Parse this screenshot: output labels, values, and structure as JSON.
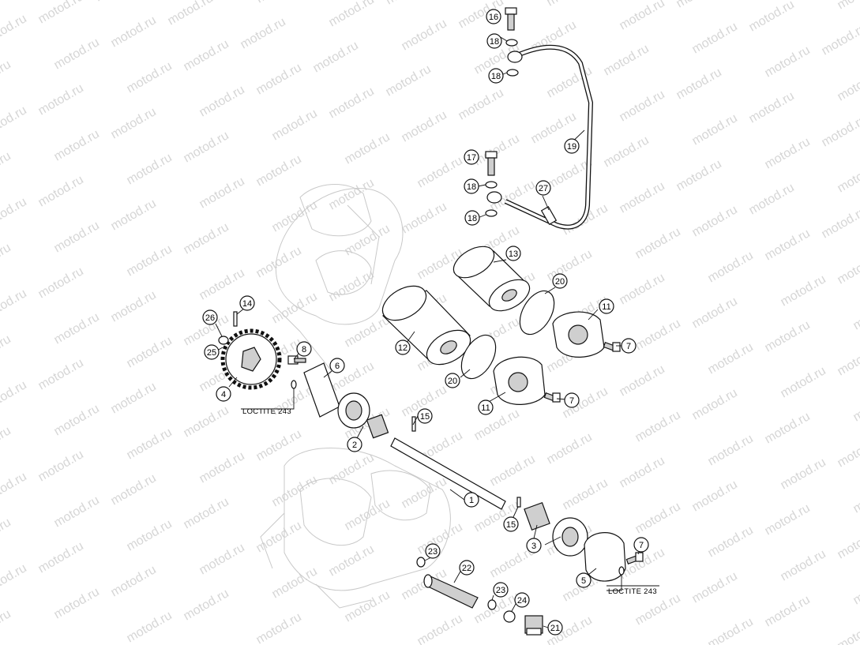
{
  "watermark": {
    "text": "motod.ru"
  },
  "callouts": [
    {
      "id": "c16",
      "label": "16"
    },
    {
      "id": "c18a",
      "label": "18"
    },
    {
      "id": "c18b",
      "label": "18"
    },
    {
      "id": "c19",
      "label": "19"
    },
    {
      "id": "c17",
      "label": "17"
    },
    {
      "id": "c18c",
      "label": "18"
    },
    {
      "id": "c27",
      "label": "27"
    },
    {
      "id": "c18d",
      "label": "18"
    },
    {
      "id": "c13",
      "label": "13"
    },
    {
      "id": "c20a",
      "label": "20"
    },
    {
      "id": "c11a",
      "label": "11"
    },
    {
      "id": "c14",
      "label": "14"
    },
    {
      "id": "c26",
      "label": "26"
    },
    {
      "id": "c12",
      "label": "12"
    },
    {
      "id": "c7a",
      "label": "7"
    },
    {
      "id": "c25",
      "label": "25"
    },
    {
      "id": "c8",
      "label": "8"
    },
    {
      "id": "c6",
      "label": "6"
    },
    {
      "id": "c20b",
      "label": "20"
    },
    {
      "id": "c4",
      "label": "4"
    },
    {
      "id": "c7b",
      "label": "7"
    },
    {
      "id": "c11b",
      "label": "11"
    },
    {
      "id": "c15a",
      "label": "15"
    },
    {
      "id": "c2",
      "label": "2"
    },
    {
      "id": "c1",
      "label": "1"
    },
    {
      "id": "c15b",
      "label": "15"
    },
    {
      "id": "c3",
      "label": "3"
    },
    {
      "id": "c7c",
      "label": "7"
    },
    {
      "id": "c23a",
      "label": "23"
    },
    {
      "id": "c22",
      "label": "22"
    },
    {
      "id": "c5",
      "label": "5"
    },
    {
      "id": "c23b",
      "label": "23"
    },
    {
      "id": "c24",
      "label": "24"
    },
    {
      "id": "c21",
      "label": "21"
    }
  ],
  "notes": {
    "loctite_left": "LOCTITE 243",
    "loctite_right": "LOCTITE 243"
  }
}
